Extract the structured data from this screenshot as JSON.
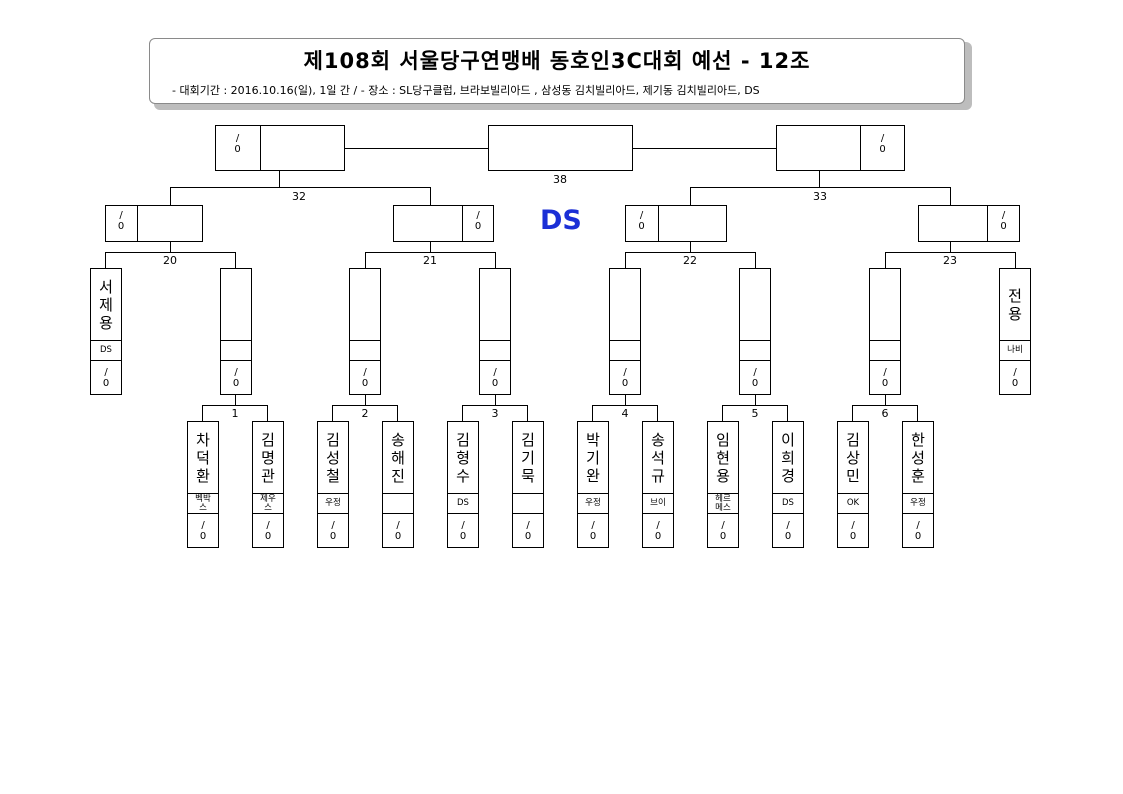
{
  "header": {
    "title": "제108회 서울당구연맹배 동호인3C대회 예선 - 12조",
    "subtitle": "- 대회기간 : 2016.10.16(일), 1일 간 / - 장소 : SL당구클럽, 브라보빌리아드 , 삼성동 김치빌리아드, 제기동 김치빌리아드, DS"
  },
  "center_label": "DS",
  "score_text": {
    "top": "/",
    "bottom": "0"
  },
  "match_numbers": {
    "m1": "1",
    "m2": "2",
    "m3": "3",
    "m4": "4",
    "m5": "5",
    "m6": "6",
    "m20": "20",
    "m21": "21",
    "m22": "22",
    "m23": "23",
    "m32": "32",
    "m33": "33",
    "m38": "38"
  },
  "players": [
    {
      "name": "서제용",
      "club": "DS"
    },
    {
      "name": "",
      "club": ""
    },
    {
      "name": "",
      "club": ""
    },
    {
      "name": "",
      "club": ""
    },
    {
      "name": "",
      "club": ""
    },
    {
      "name": "",
      "club": ""
    },
    {
      "name": "",
      "club": ""
    },
    {
      "name": "전 용",
      "club": "나비"
    },
    {
      "name": "차덕환",
      "club": "벡박스"
    },
    {
      "name": "김명관",
      "club": "제우스"
    },
    {
      "name": "김성철",
      "club": "우정"
    },
    {
      "name": "송해진",
      "club": ""
    },
    {
      "name": "김형수",
      "club": "DS"
    },
    {
      "name": "김기묵",
      "club": ""
    },
    {
      "name": "박기완",
      "club": "우정"
    },
    {
      "name": "송석규",
      "club": "브이"
    },
    {
      "name": "임현용",
      "club": "헤르메스"
    },
    {
      "name": "이희경",
      "club": "DS"
    },
    {
      "name": "김상민",
      "club": "OK"
    },
    {
      "name": "한성훈",
      "club": "우정"
    }
  ]
}
